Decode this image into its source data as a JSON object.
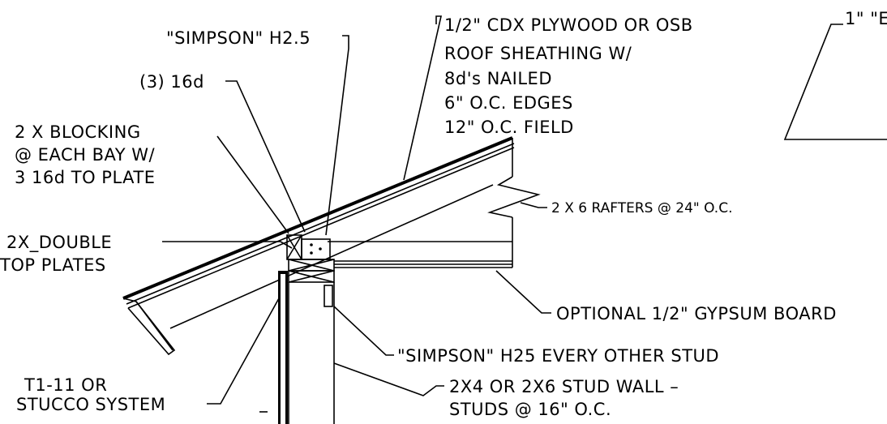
{
  "labels": {
    "simpson_h25_top": "\"SIMPSON\" H2.5",
    "nails_16d": "(3) 16d",
    "sheathing": [
      "1/2\" CDX PLYWOOD OR OSB",
      "ROOF SHEATHING W/",
      "8d's NAILED",
      "6\" O.C. EDGES",
      "12\" O.C. FIELD"
    ],
    "blocking": [
      "2 X  BLOCKING",
      "@ EACH BAY W/",
      "3 16d TO PLATE"
    ],
    "top_plates": [
      "2X_DOUBLE",
      "TOP PLATES"
    ],
    "rafters": "2 X 6 RAFTERS @ 24\" O.C.",
    "gypsum": "OPTIONAL 1/2\" GYPSUM BOARD",
    "simpson_h25_stud": "\"SIMPSON\" H25 EVERY OTHER STUD",
    "siding": [
      "T1-11 OR",
      "STUCCO SYSTEM"
    ],
    "stud_wall": [
      "2X4 OR 2X6 STUD WALL –",
      "STUDS @ 16\" O.C."
    ],
    "cutoff_note": "1\"  \"E"
  }
}
